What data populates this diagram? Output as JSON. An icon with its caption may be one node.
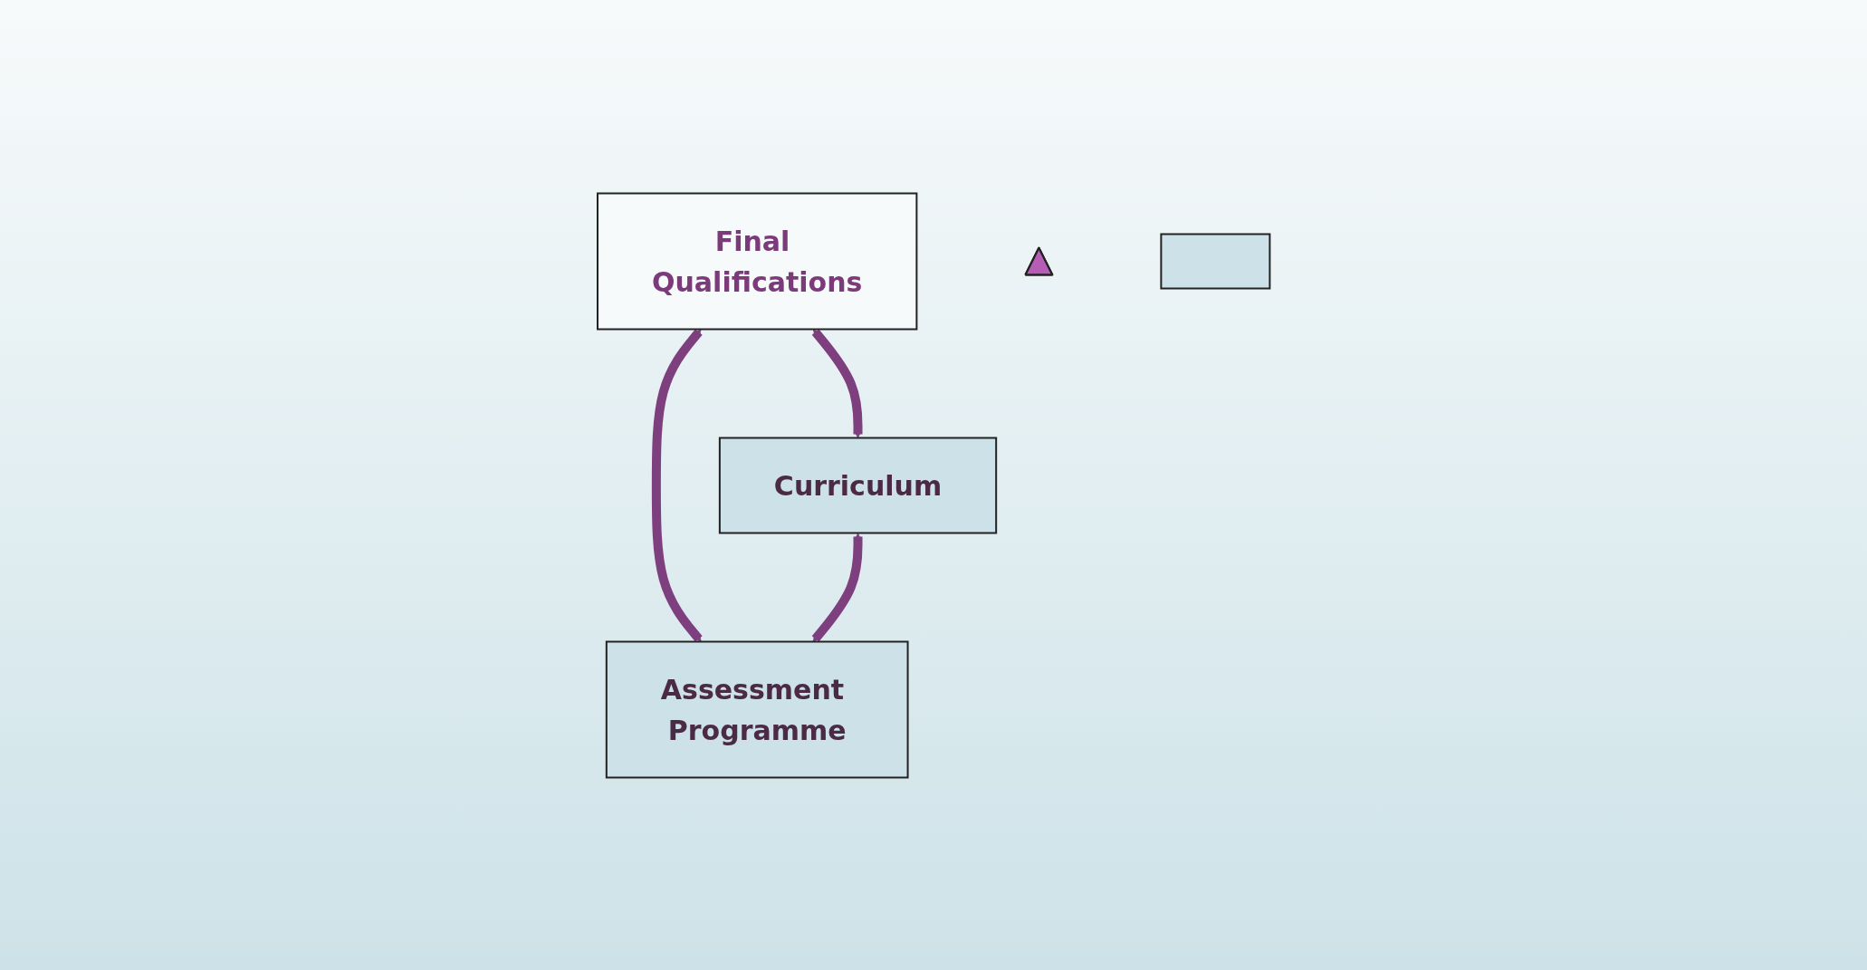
{
  "diagram": {
    "nodes": [
      {
        "text": [
          "Final Qualifications"
        ]
      },
      {
        "text": [],
        "shape": "triangle"
      },
      {
        "text": [
          "Curriculum"
        ]
      },
      {
        "text": [],
        "shape": "box"
      },
      {
        "text": [
          "Assessment Programme"
        ]
      }
    ],
    "edges": [
      {
        "from": 0,
        "to": 2,
        "arrow": "both"
      },
      {
        "from": 0,
        "to": 4,
        "arrow": "both"
      },
      {
        "from": 2,
        "to": 4,
        "arrow": "both"
      }
    ]
  }
}
